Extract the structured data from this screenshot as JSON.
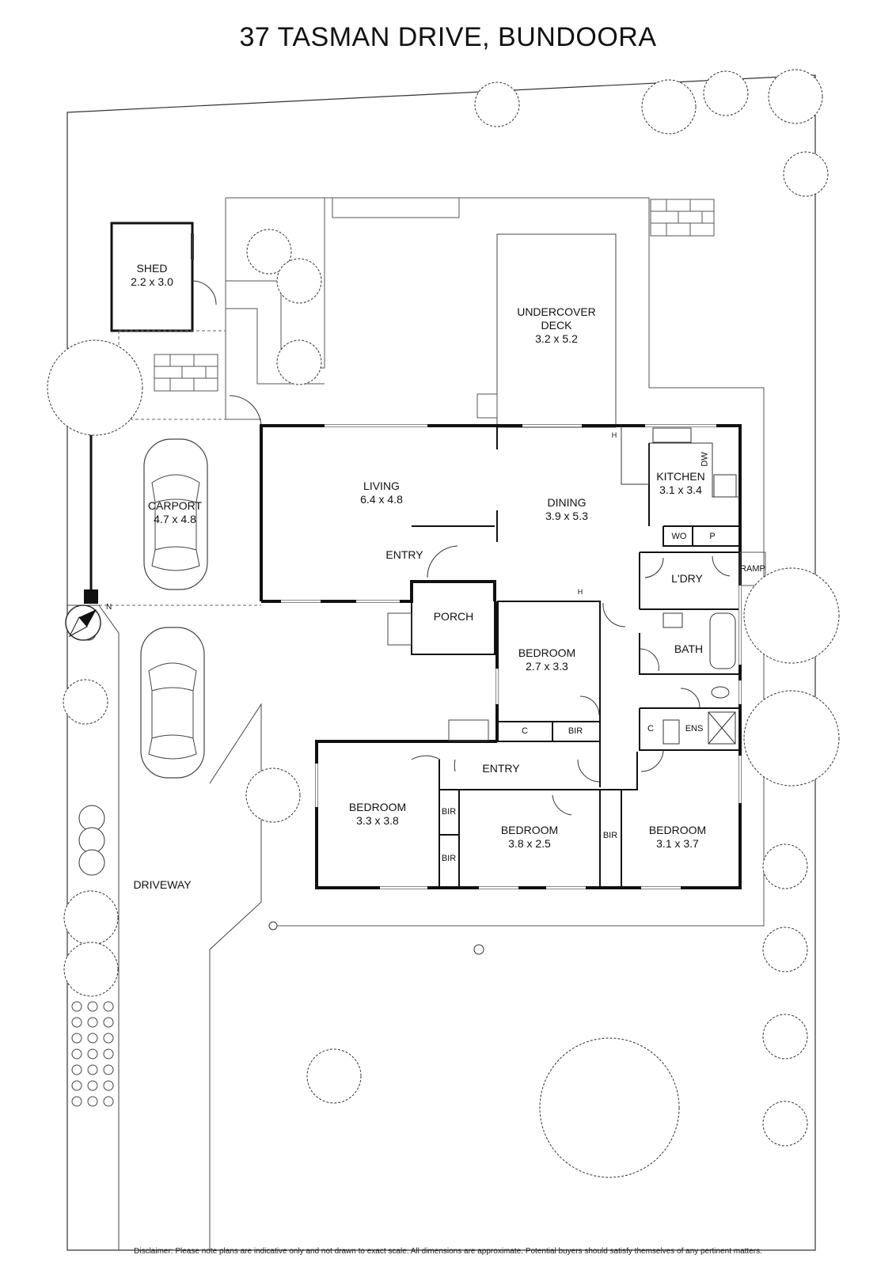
{
  "title": "37 TASMAN DRIVE, BUNDOORA",
  "rooms": {
    "shed": {
      "name": "SHED",
      "dims": "2.2 x 3.0"
    },
    "undercover_deck": {
      "name1": "UNDERCOVER",
      "name2": "DECK",
      "dims": "3.2 x 5.2"
    },
    "carport": {
      "name": "CARPORT",
      "dims": "4.7 x 4.8"
    },
    "living": {
      "name": "LIVING",
      "dims": "6.4 x 4.8"
    },
    "dining": {
      "name": "DINING",
      "dims": "3.9 x 5.3"
    },
    "kitchen": {
      "name": "KITCHEN",
      "dims": "3.1 x 3.4"
    },
    "entry_front": {
      "name": "ENTRY"
    },
    "porch": {
      "name": "PORCH"
    },
    "laundry": {
      "name": "L'DRY"
    },
    "bath": {
      "name": "BATH"
    },
    "ramp": {
      "name": "RAMP"
    },
    "bedroom_1": {
      "name": "BEDROOM",
      "dims": "2.7 x 3.3"
    },
    "entry_hall": {
      "name": "ENTRY"
    },
    "bedroom_2": {
      "name": "BEDROOM",
      "dims": "3.3 x 3.8"
    },
    "bedroom_3": {
      "name": "BEDROOM",
      "dims": "3.8 x 2.5"
    },
    "bedroom_4": {
      "name": "BEDROOM",
      "dims": "3.1 x 3.7"
    },
    "driveway": {
      "name": "DRIVEWAY"
    }
  },
  "fixtures": {
    "wo": "WO",
    "p": "P",
    "dw": "DW",
    "c1": "C",
    "bir1": "BIR",
    "c2": "C",
    "ens": "ENS",
    "bir2": "BIR",
    "bir3": "BIR",
    "bir4": "BIR",
    "h1": "H",
    "h2": "H"
  },
  "compass": {
    "north": "N"
  },
  "disclaimer": "Disclaimer: Please note plans are indicative only and not drawn to exact scale. All dimensions are approximate. Potential buyers should satisfy themselves of any pertinent matters."
}
